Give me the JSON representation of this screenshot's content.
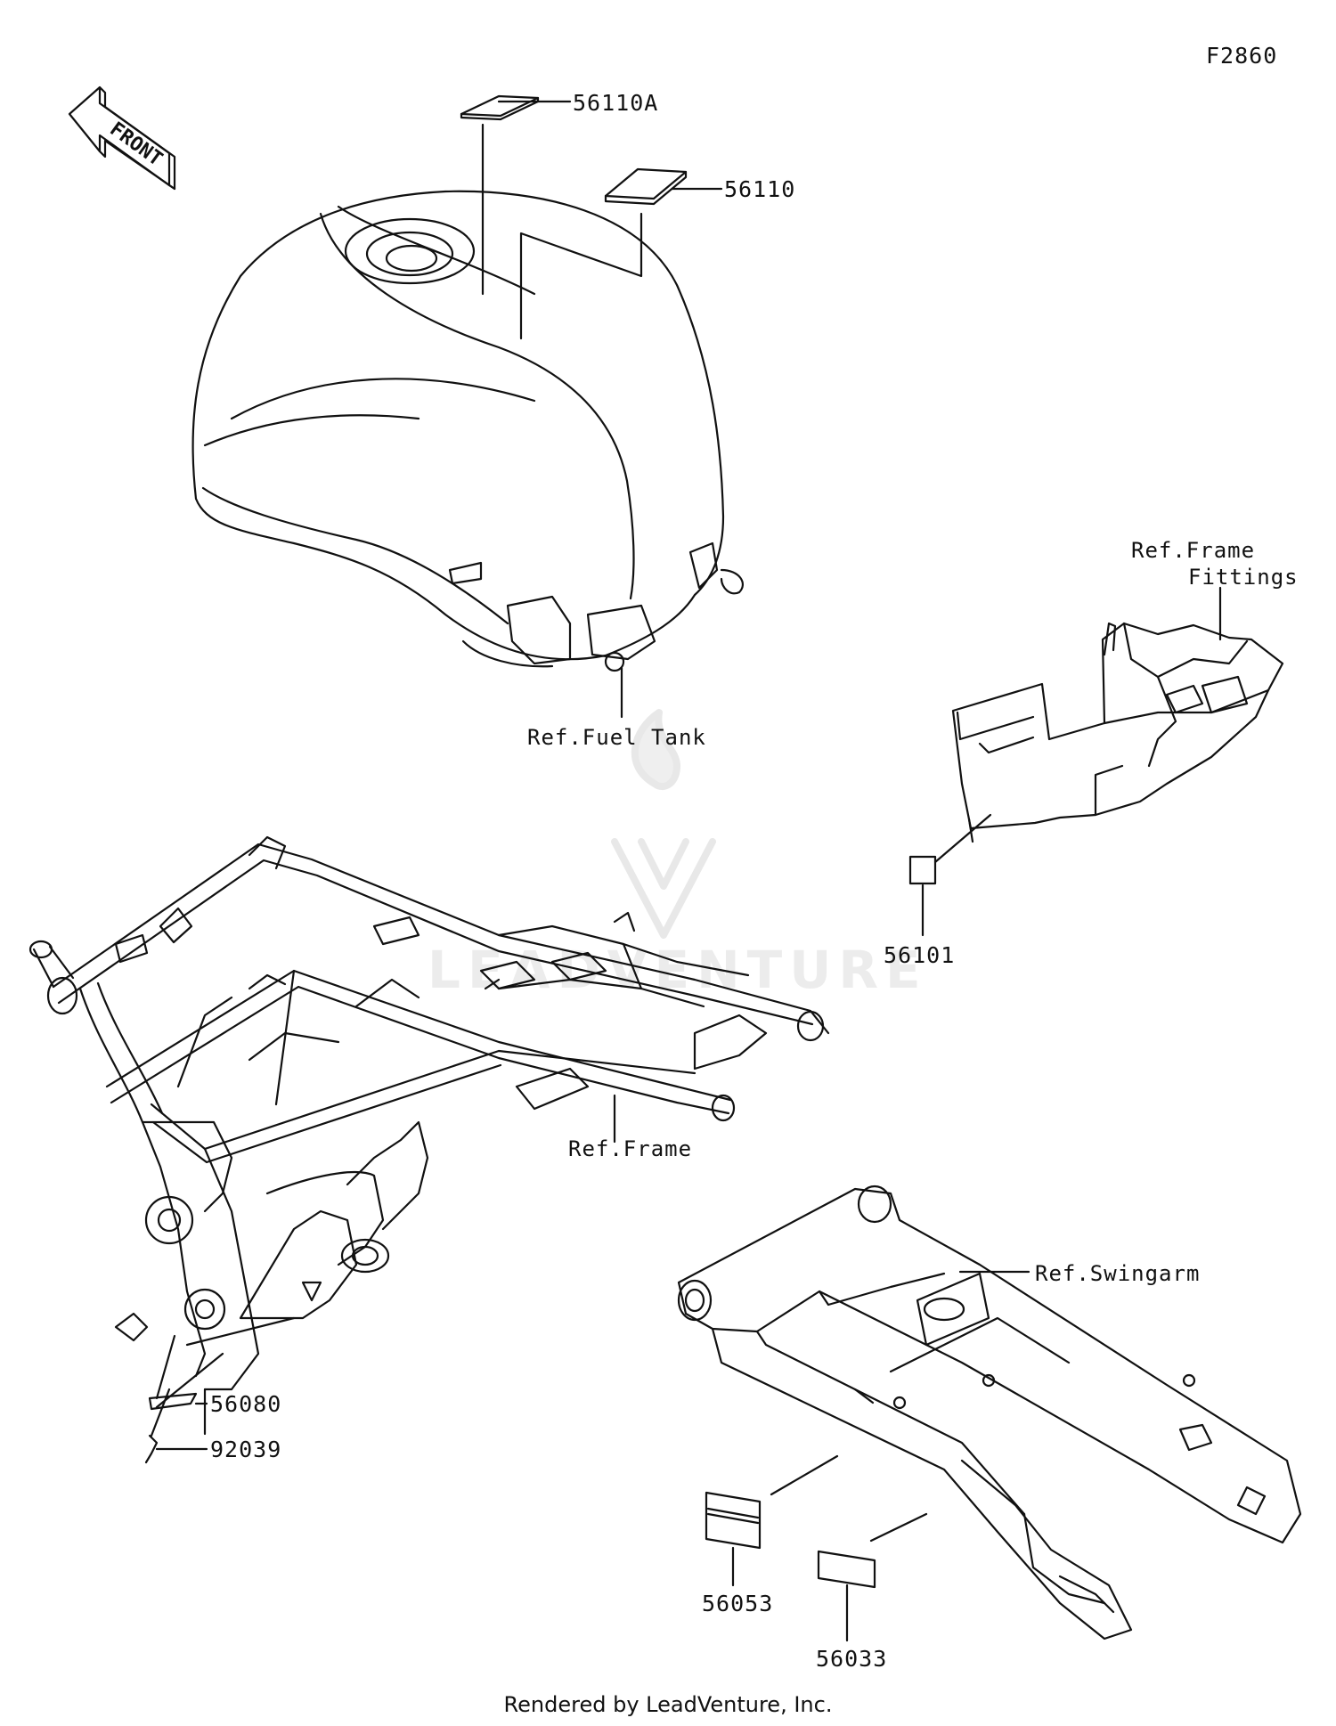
{
  "diagram_id": "F2860",
  "front_label": "FRONT",
  "parts": [
    {
      "number": "56110A"
    },
    {
      "number": "56110"
    },
    {
      "number": "56101"
    },
    {
      "number": "56080"
    },
    {
      "number": "92039"
    },
    {
      "number": "56053"
    },
    {
      "number": "56033"
    }
  ],
  "references": {
    "fuel_tank": "Ref.Fuel Tank",
    "frame_fittings_line1": "Ref.Frame",
    "frame_fittings_line2": "Fittings",
    "frame": "Ref.Frame",
    "swingarm": "Ref.Swingarm"
  },
  "watermark": "LEADVENTURE",
  "footer": "Rendered by LeadVenture, Inc.",
  "colors": {
    "line": "#111111",
    "background": "#ffffff",
    "watermark": "#e6e6e6"
  }
}
